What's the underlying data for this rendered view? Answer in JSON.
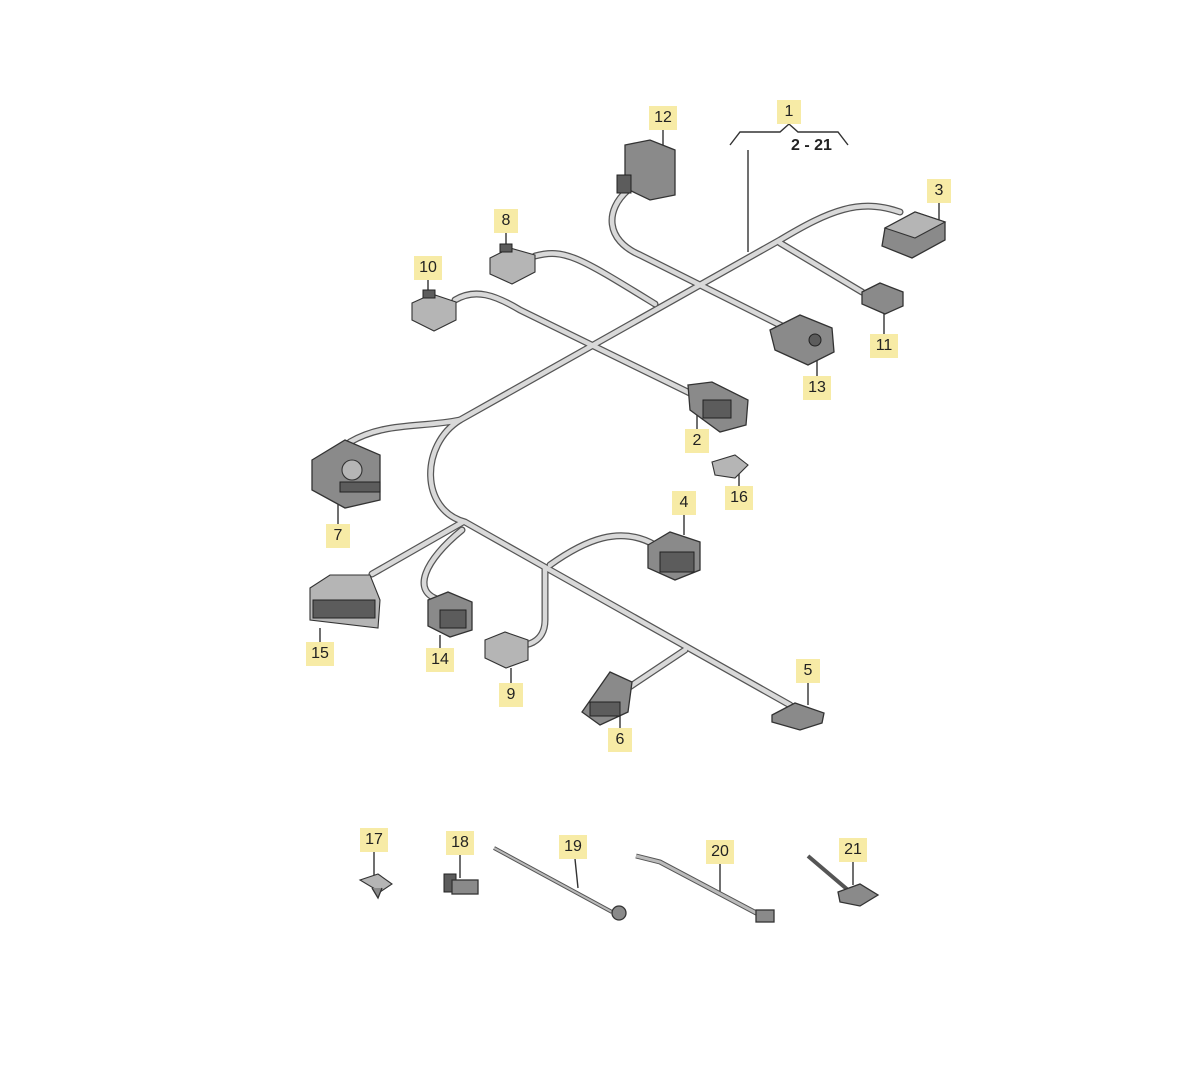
{
  "diagram": {
    "range_label": "2 - 21",
    "labels": [
      {
        "id": "1",
        "text": "1"
      },
      {
        "id": "2",
        "text": "2"
      },
      {
        "id": "3",
        "text": "3"
      },
      {
        "id": "4",
        "text": "4"
      },
      {
        "id": "5",
        "text": "5"
      },
      {
        "id": "6",
        "text": "6"
      },
      {
        "id": "7",
        "text": "7"
      },
      {
        "id": "8",
        "text": "8"
      },
      {
        "id": "9",
        "text": "9"
      },
      {
        "id": "10",
        "text": "10"
      },
      {
        "id": "11",
        "text": "11"
      },
      {
        "id": "12",
        "text": "12"
      },
      {
        "id": "13",
        "text": "13"
      },
      {
        "id": "14",
        "text": "14"
      },
      {
        "id": "15",
        "text": "15"
      },
      {
        "id": "16",
        "text": "16"
      },
      {
        "id": "17",
        "text": "17"
      },
      {
        "id": "18",
        "text": "18"
      },
      {
        "id": "19",
        "text": "19"
      },
      {
        "id": "20",
        "text": "20"
      },
      {
        "id": "21",
        "text": "21"
      }
    ],
    "colors": {
      "label_bg": "#f7eba6",
      "wire": "#d9d9d9",
      "connector": "#8a8a8a"
    }
  }
}
